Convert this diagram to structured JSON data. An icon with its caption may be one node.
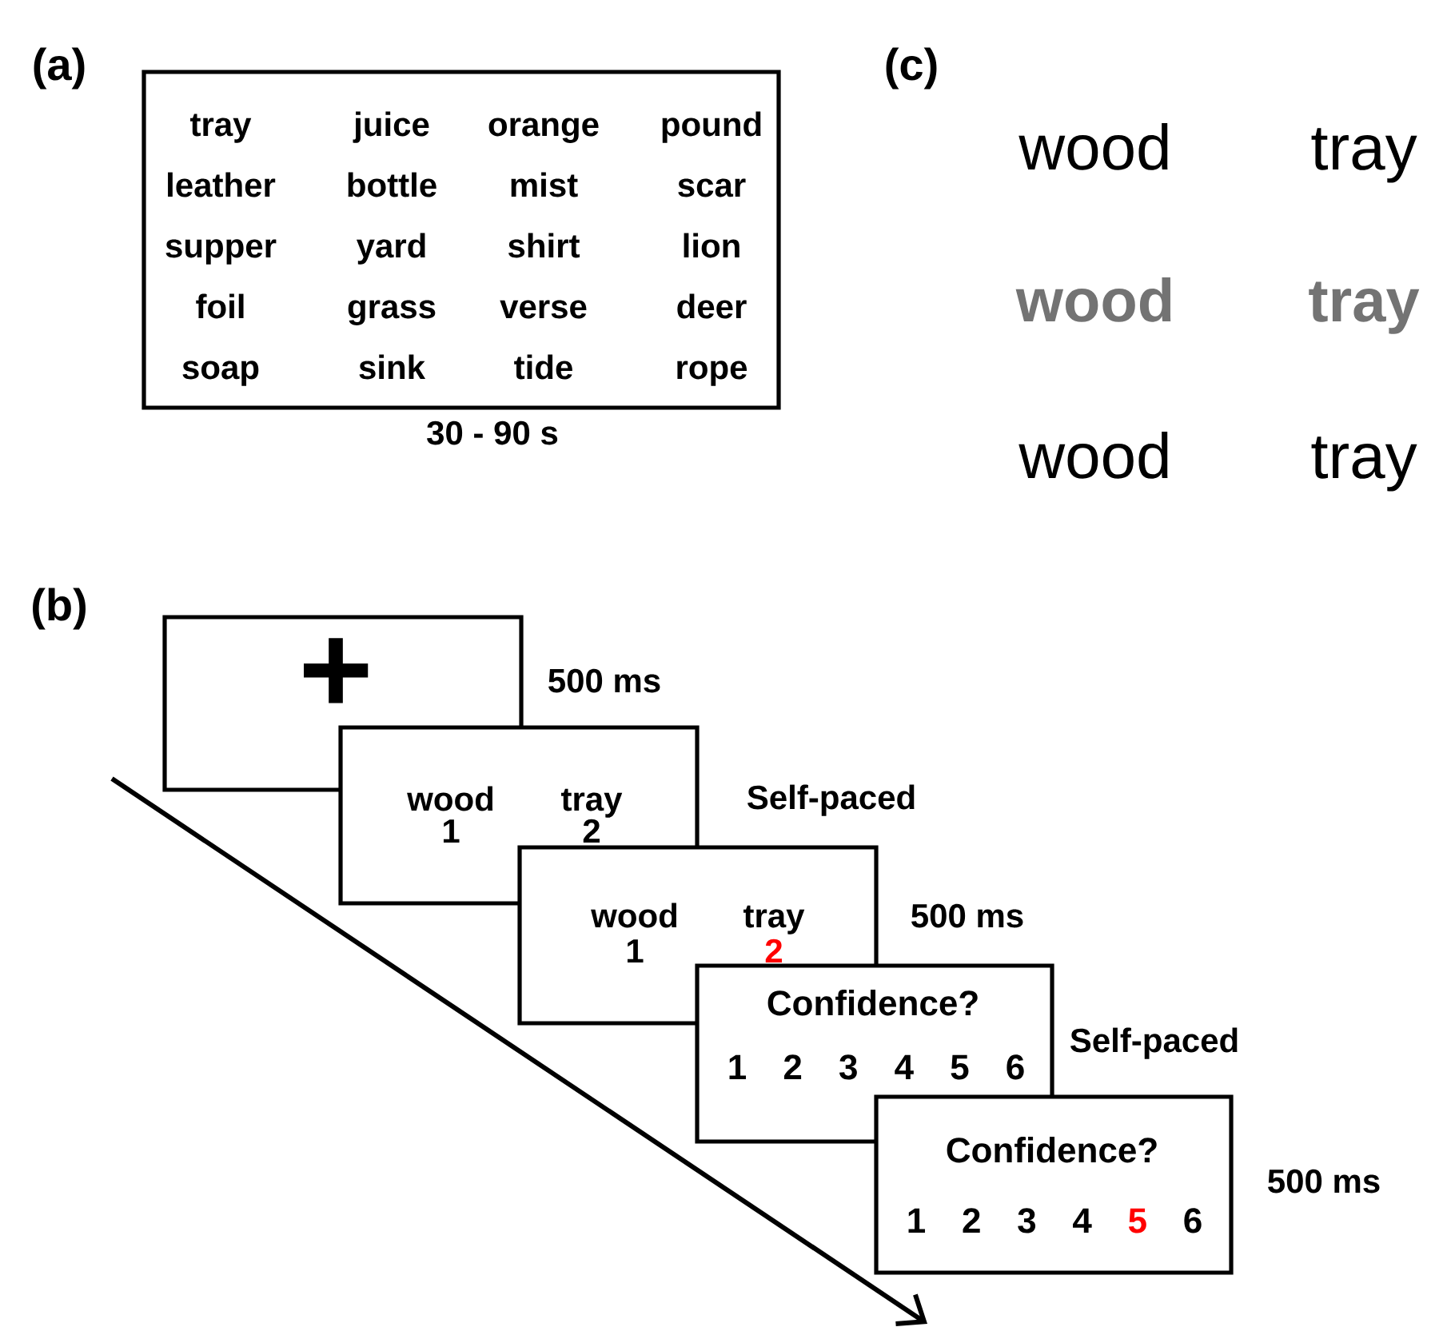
{
  "diagram": {
    "nodes": [
      {
        "text": [
          "tray",
          "juice",
          "orange",
          "pound",
          "leather",
          "bottle",
          "mist",
          "scar",
          "supper",
          "yard",
          "shirt",
          "lion",
          "foil",
          "grass",
          "verse",
          "deer",
          "soap",
          "sink",
          "tide",
          "rope"
        ],
        "beside": [
          "30 - 90 s"
        ]
      },
      {
        "text": [
          "+"
        ],
        "beside": [
          "500 ms"
        ]
      },
      {
        "text": [
          "wood",
          "tray",
          "1",
          "2"
        ],
        "beside": [
          "Self-paced"
        ]
      },
      {
        "text": [
          "wood",
          "tray",
          "1",
          "2"
        ],
        "beside": [
          "500 ms"
        ]
      },
      {
        "text": [
          "Confidence?",
          "1",
          "2",
          "3",
          "4",
          "5",
          "6"
        ],
        "beside": [
          "Self-paced"
        ]
      },
      {
        "text": [
          "Confidence?",
          "1",
          "2",
          "3",
          "4",
          "5",
          "6"
        ],
        "beside": [
          "500 ms"
        ]
      }
    ],
    "labels": [
      "(a)",
      "(c)",
      "wood",
      "tray",
      "wood",
      "tray",
      "wood",
      "tray",
      "(b)"
    ]
  }
}
